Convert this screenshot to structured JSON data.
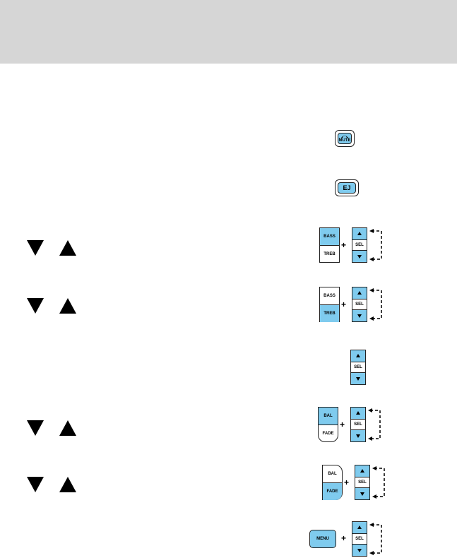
{
  "buttons": {
    "mute_label": "MUTE",
    "eject_label": "EJ",
    "bass_label": "BASS",
    "treb_label": "TREB",
    "bal_label": "BAL",
    "fade_label": "FADE",
    "sel_label": "SEL",
    "menu_label": "MENU",
    "plus": "+"
  },
  "colors": {
    "header": "#d6d6d6",
    "button_fill": "#7fcbee"
  }
}
